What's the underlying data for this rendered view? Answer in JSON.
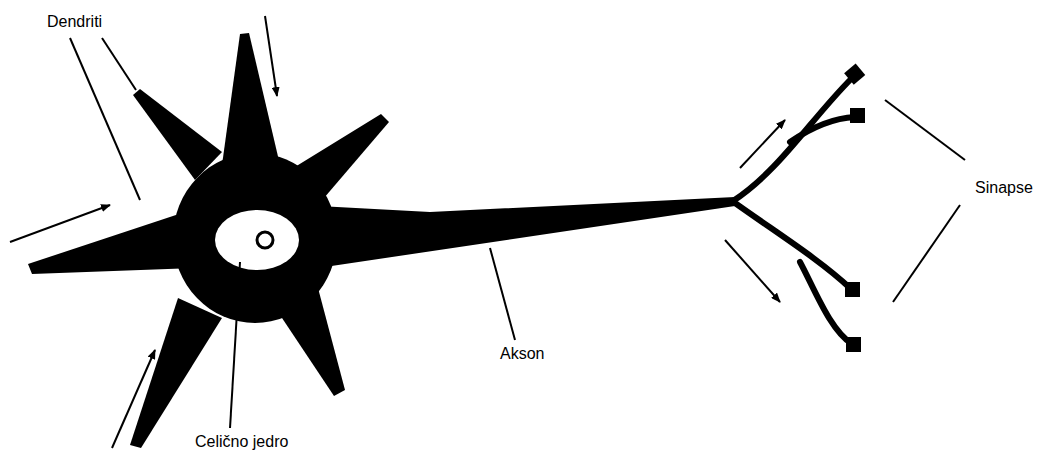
{
  "diagram": {
    "labels": [
      "Dendriti",
      "Celično jedro",
      "Akson",
      "Sinapse"
    ]
  }
}
